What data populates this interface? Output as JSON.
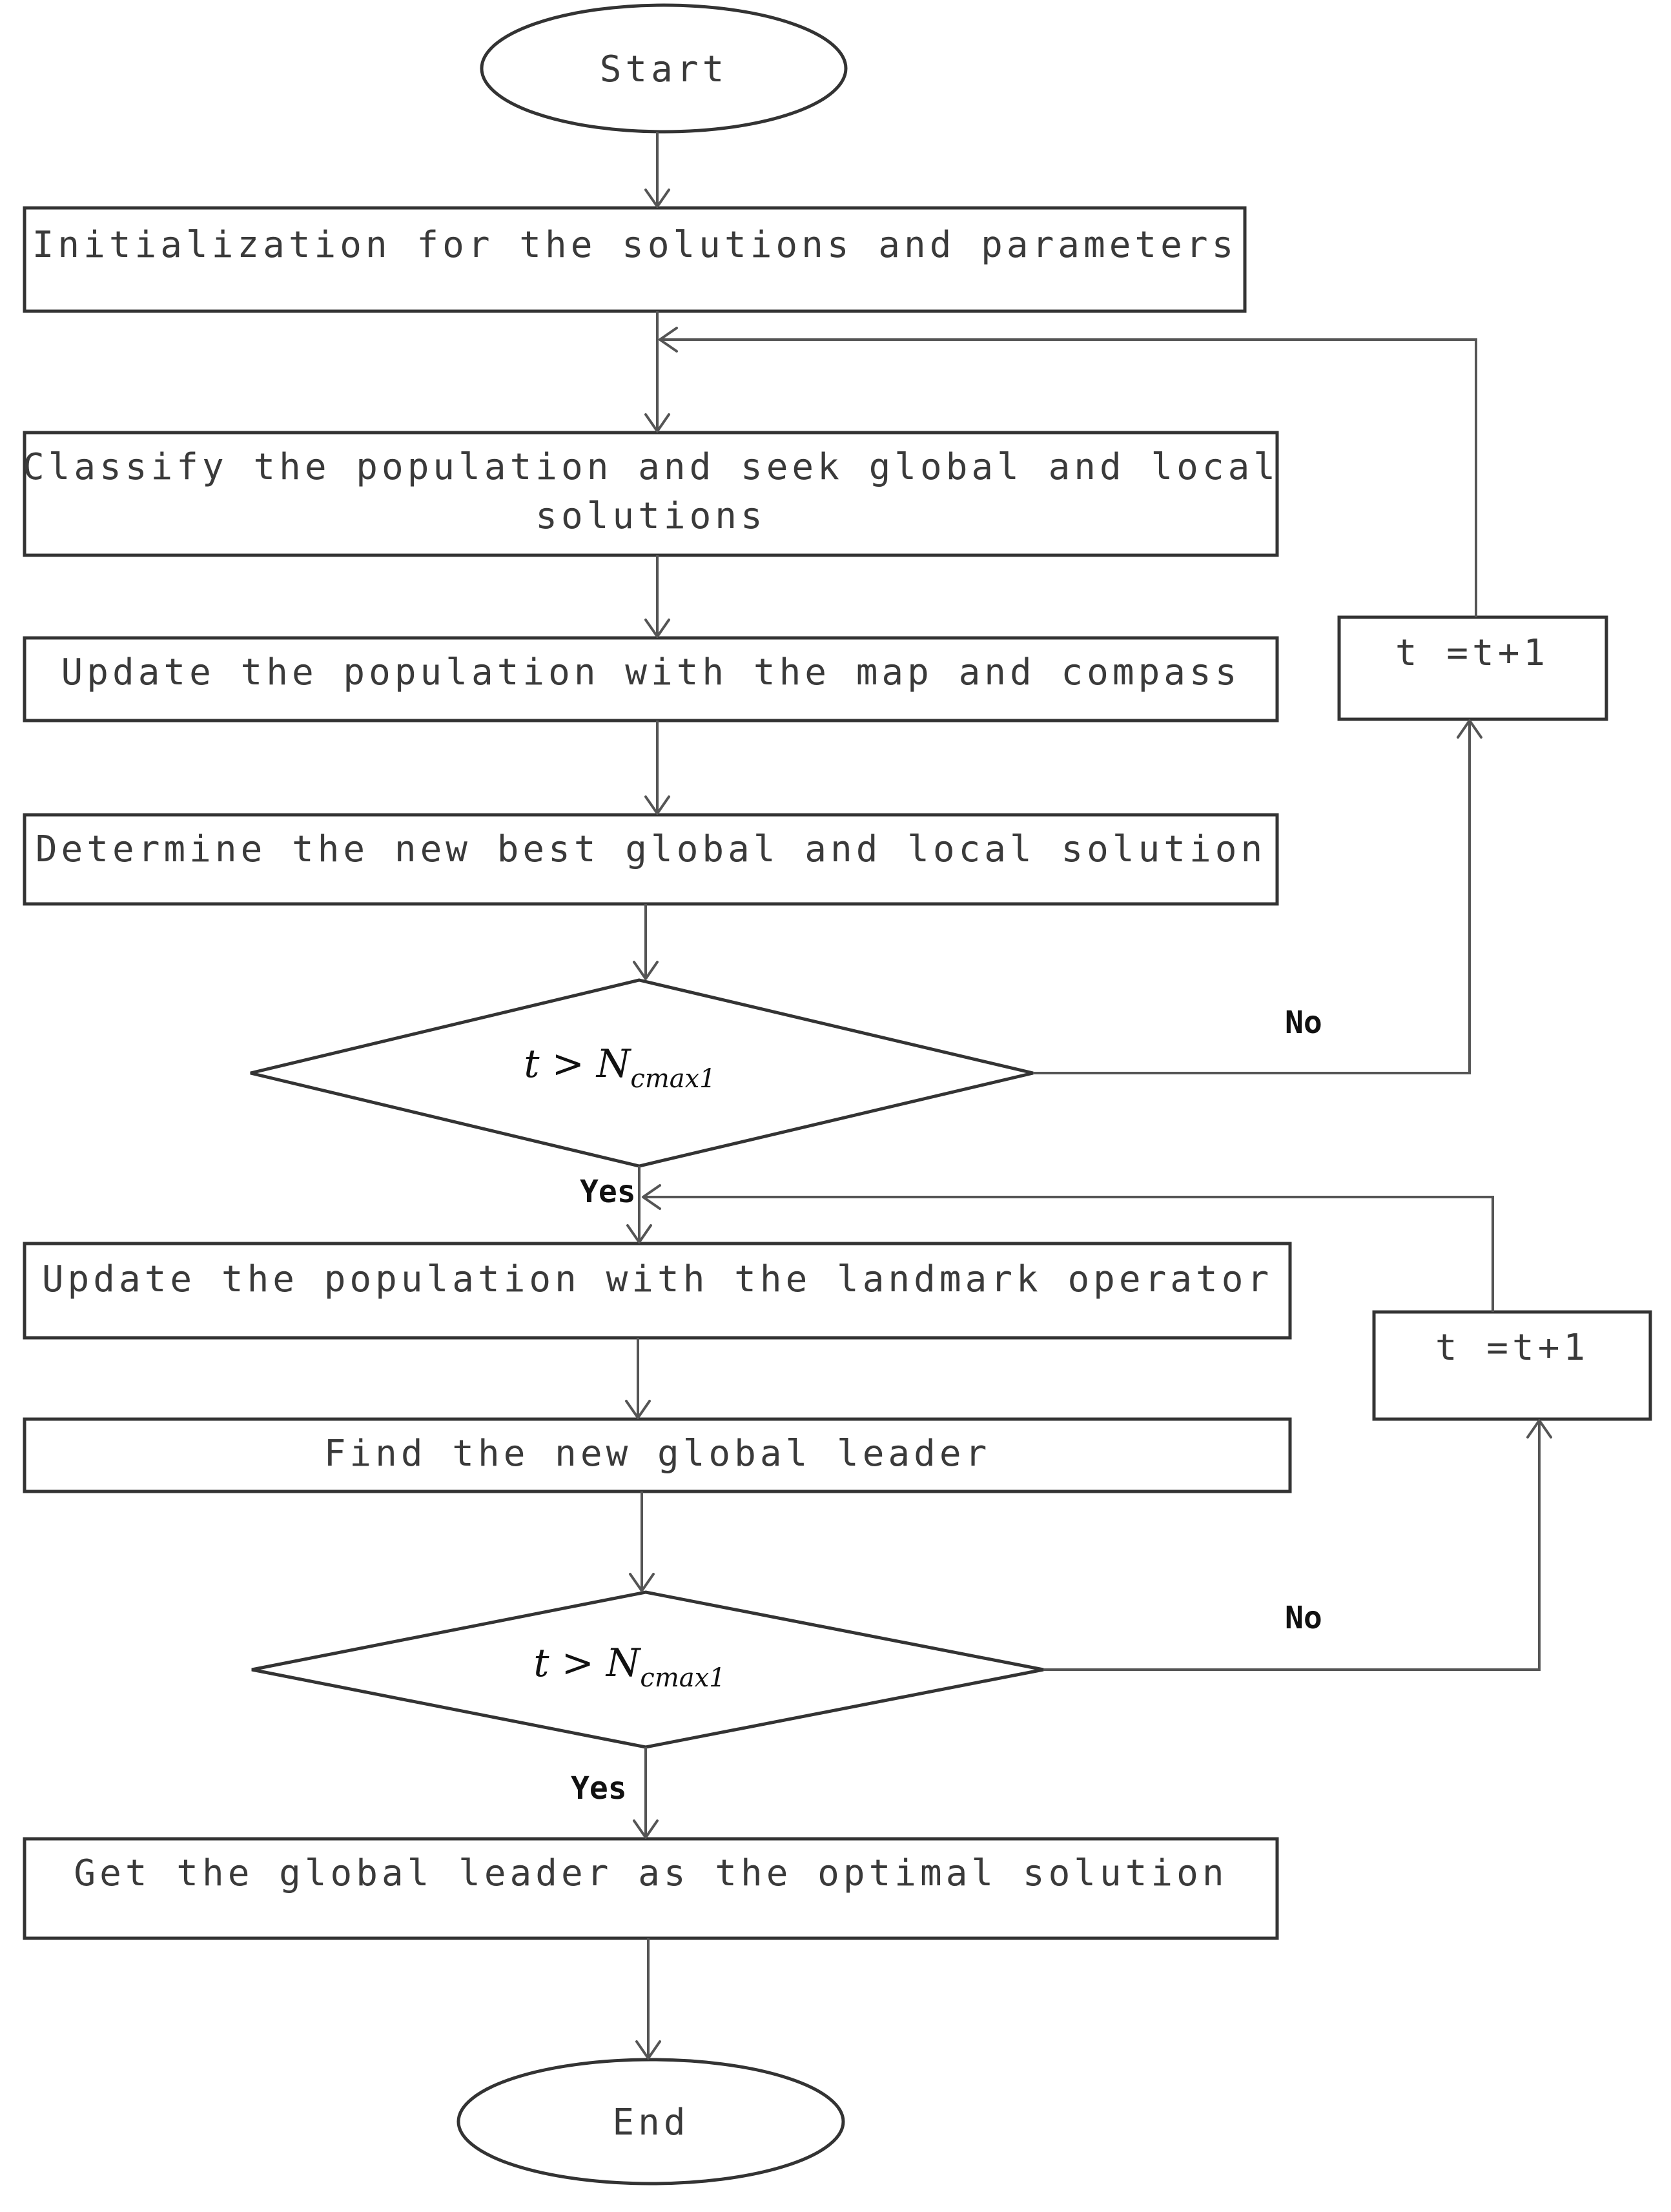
{
  "nodes": {
    "start": "Start",
    "init": "Initialization for the solutions and parameters",
    "classify_line1": "Classify the population and seek global and local",
    "classify_line2": "solutions",
    "update_map": "Update the population with the map and compass",
    "determine": "Determine the new best global and local solution",
    "counter1": "t =t+1",
    "update_landmark": "Update the population with the landmark operator",
    "find_leader": "Find the new global leader",
    "counter2": "t =t+1",
    "get_leader": "Get the global leader as the optimal solution",
    "end": "End"
  },
  "decisions": {
    "d1": {
      "lhs": "t > N",
      "sub": "cmax1"
    },
    "d2": {
      "lhs": "t > N",
      "sub": "cmax1"
    }
  },
  "labels": {
    "no1": "No",
    "yes1": "Yes",
    "no2": "No",
    "yes2": "Yes"
  }
}
